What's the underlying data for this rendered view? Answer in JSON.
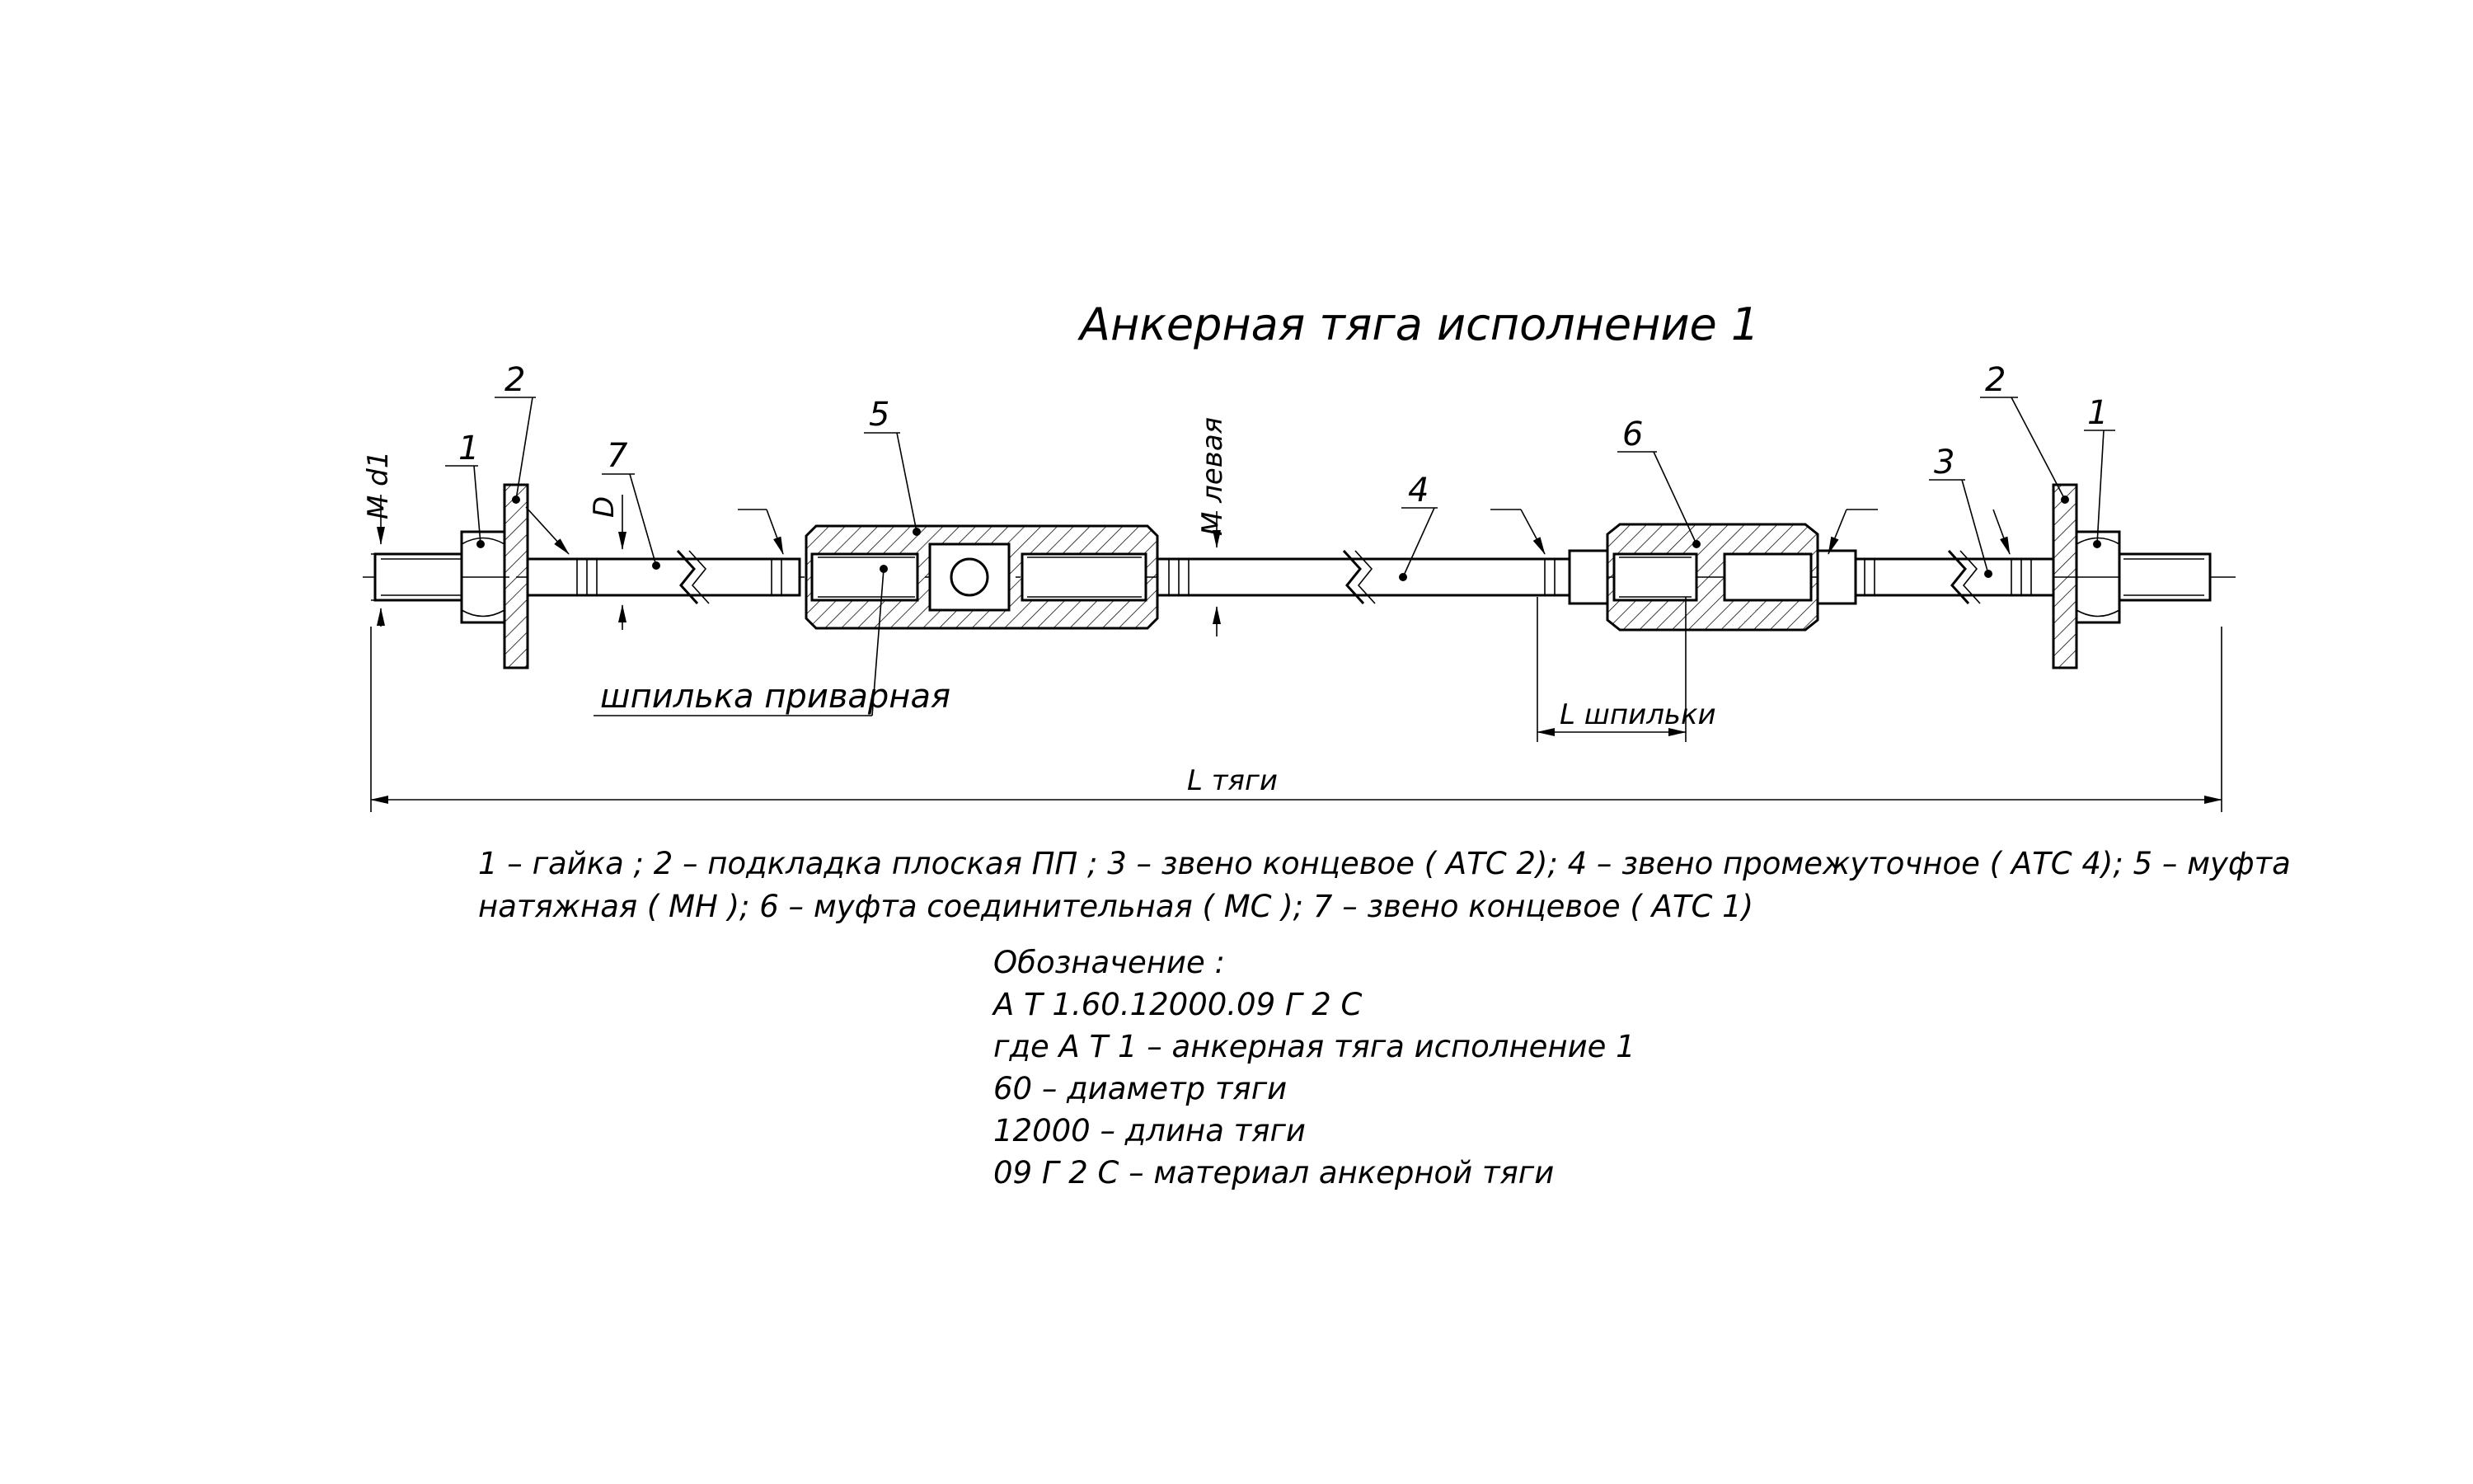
{
  "title": "Анкерная тяга исполнение  1",
  "callouts": {
    "c1_left": "1",
    "c2_left": "2",
    "c7": "7",
    "c5": "5",
    "c4": "4",
    "c6": "6",
    "c3": "3",
    "c2_right": "2",
    "c1_right": "1"
  },
  "dimensions": {
    "md1": "M d1",
    "d": "D",
    "m_left": "M левая",
    "l_stud": "L шпильки",
    "l_rod": "L тяги"
  },
  "labels": {
    "welded_stud": "шпилька приварная"
  },
  "legend": {
    "line1": "1 –  гайка ;  2 –  подкладка плоская ПП ;  3 –  звено концевое  ( АТС 2);  4 –  звено промежуточное  ( АТС 4);  5 –  муфта",
    "line2": "натяжная  ( МН );  6 –  муфта соединительная  ( МС );  7 –  звено концевое  ( АТС 1)"
  },
  "designation": {
    "heading": "Обозначение :",
    "code": "А Т 1.60.12000.09 Г 2 С",
    "where": "где А Т 1 –  анкерная тяга исполнение  1",
    "diameter": "60 –  диаметр тяги",
    "length": "12000 –  длина тяги",
    "material": "09 Г 2 С  – материал анкерной тяги"
  }
}
